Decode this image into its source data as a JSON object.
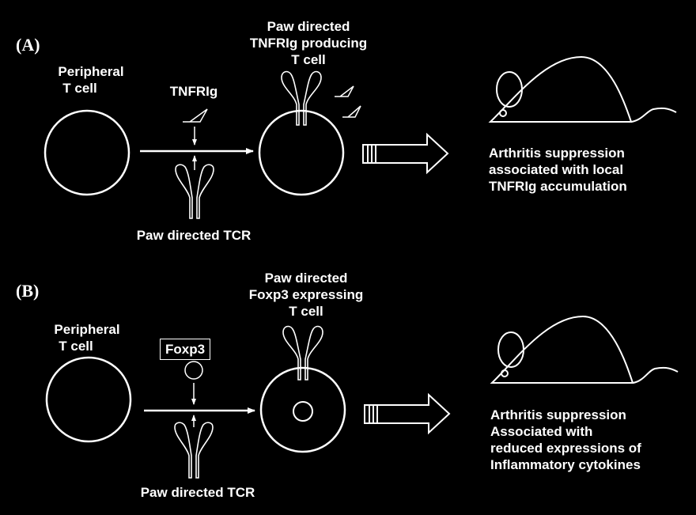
{
  "panel_a": {
    "label": "(A)",
    "peripheral_line1": "Peripheral",
    "peripheral_line2": "T cell",
    "molecule": "TNFRIg",
    "tcr": "Paw directed TCR",
    "product_line1": "Paw directed",
    "product_line2": "TNFRIg producing",
    "product_line3": "T cell",
    "outcome_line1": "Arthritis suppression",
    "outcome_line2": "associated with local",
    "outcome_line3": "TNFRIg accumulation"
  },
  "panel_b": {
    "label": "(B)",
    "peripheral_line1": "Peripheral",
    "peripheral_line2": "T cell",
    "molecule": "Foxp3",
    "tcr": "Paw directed TCR",
    "product_line1": "Paw directed",
    "product_line2": "Foxp3 expressing",
    "product_line3": "T cell",
    "outcome_line1": "Arthritis suppression",
    "outcome_line2": "Associated with",
    "outcome_line3": "reduced expressions of",
    "outcome_line4": "Inflammatory cytokines"
  },
  "colors": {
    "background": "#000000",
    "foreground": "#ffffff"
  }
}
